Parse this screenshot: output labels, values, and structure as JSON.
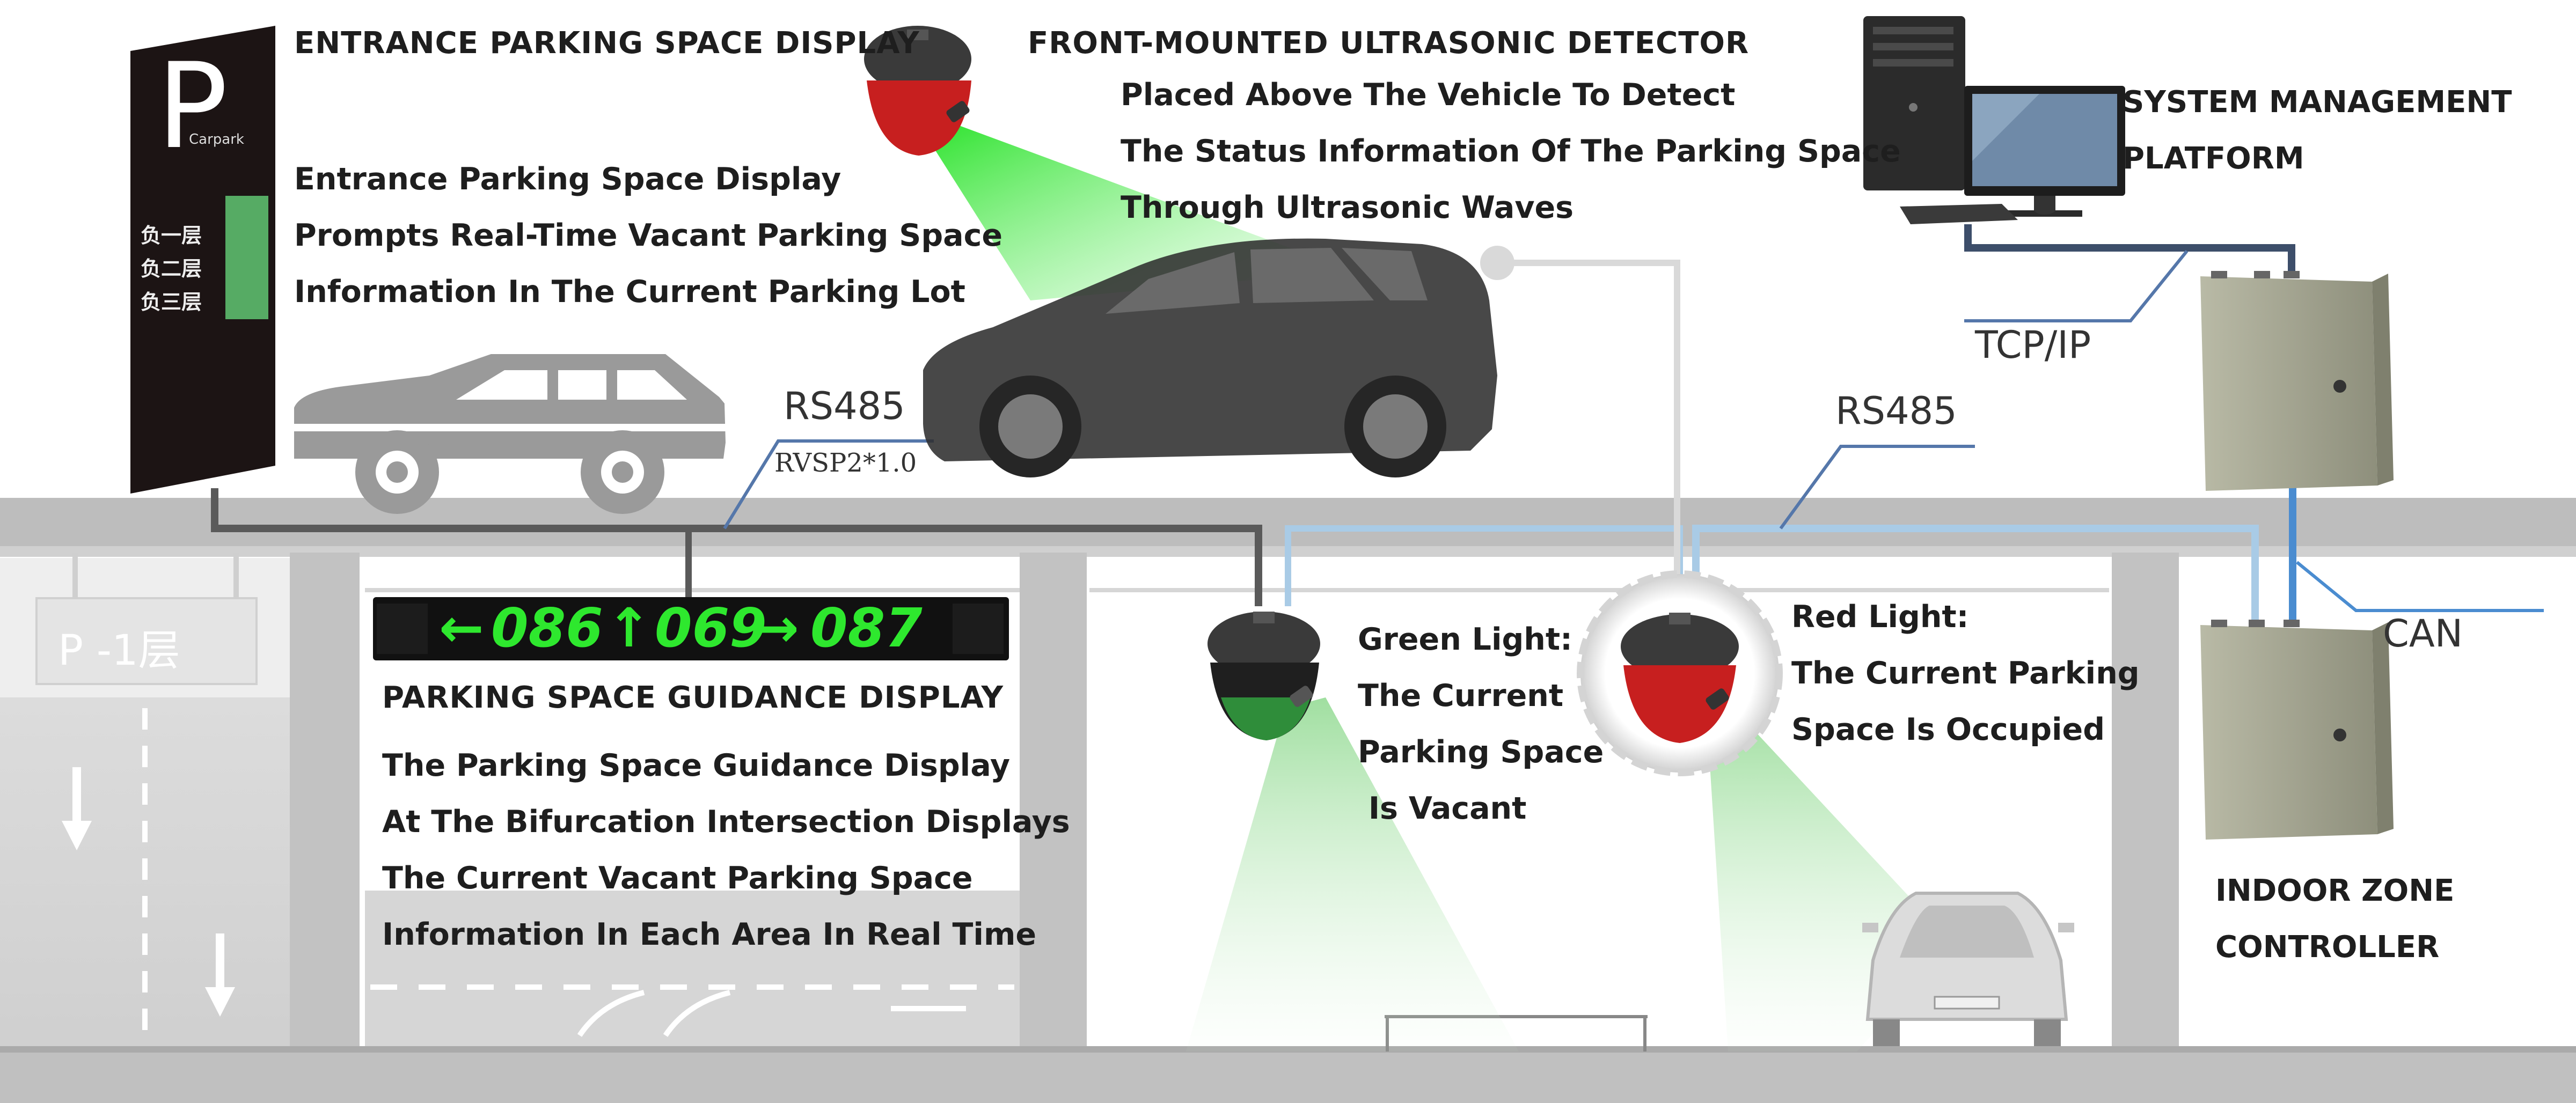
{
  "colors": {
    "floor": "#c8c8c8",
    "slab": "#bdbdbd",
    "pillar": "#c3c3c3",
    "dark_cable": "#555555",
    "light_cable": "#a9cbe6",
    "blue_cable": "#3f7fbf",
    "beam_green": "#22dd22",
    "display_green": "#2ee82e",
    "red_light": "#d11a1a",
    "green_light": "#2c8c3c",
    "cabinet": "#a7a892"
  },
  "entrance_sign": {
    "letter": "P",
    "brand": "Carpark",
    "floors": [
      "负一层",
      "负二层",
      "负三层"
    ]
  },
  "floor_sign": {
    "text": "P  -1层"
  },
  "entrance_display": {
    "title": "ENTRANCE PARKING SPACE DISPLAY",
    "lines": [
      "Entrance Parking Space Display",
      "Prompts Real-Time Vacant Parking Space",
      "Information In The Current Parking Lot"
    ]
  },
  "ultrasonic": {
    "title": "FRONT-MOUNTED ULTRASONIC DETECTOR",
    "lines": [
      "Placed Above The Vehicle To Detect",
      "The Status Information Of The Parking Space",
      "Through Ultrasonic Waves"
    ]
  },
  "system": {
    "lines": [
      "SYSTEM MANAGEMENT",
      "PLATFORM"
    ]
  },
  "cables": {
    "tcp": "TCP/IP",
    "rs485_left": "RS485",
    "rvsp": "RVSP2*1.0",
    "rs485_right": "RS485",
    "can": "CAN"
  },
  "guidance_display": {
    "title": "PARKING SPACE GUIDANCE DISPLAY",
    "lines": [
      "The Parking Space Guidance Display",
      "At The Bifurcation Intersection Displays",
      "The Current Vacant Parking Space",
      "Information In Each Area In Real Time"
    ],
    "panel": {
      "left_arrow": "←",
      "left_value": "086",
      "up_arrow": "↑",
      "up_value": "069",
      "right_arrow": "→",
      "right_value": "087"
    }
  },
  "green_light": {
    "lines": [
      "Green Light:",
      "The Current",
      "Parking Space",
      " Is Vacant"
    ]
  },
  "red_light": {
    "lines": [
      "Red Light:",
      "The Current Parking",
      "Space Is Occupied"
    ]
  },
  "controller": {
    "lines": [
      "INDOOR ZONE",
      "CONTROLLER"
    ]
  }
}
